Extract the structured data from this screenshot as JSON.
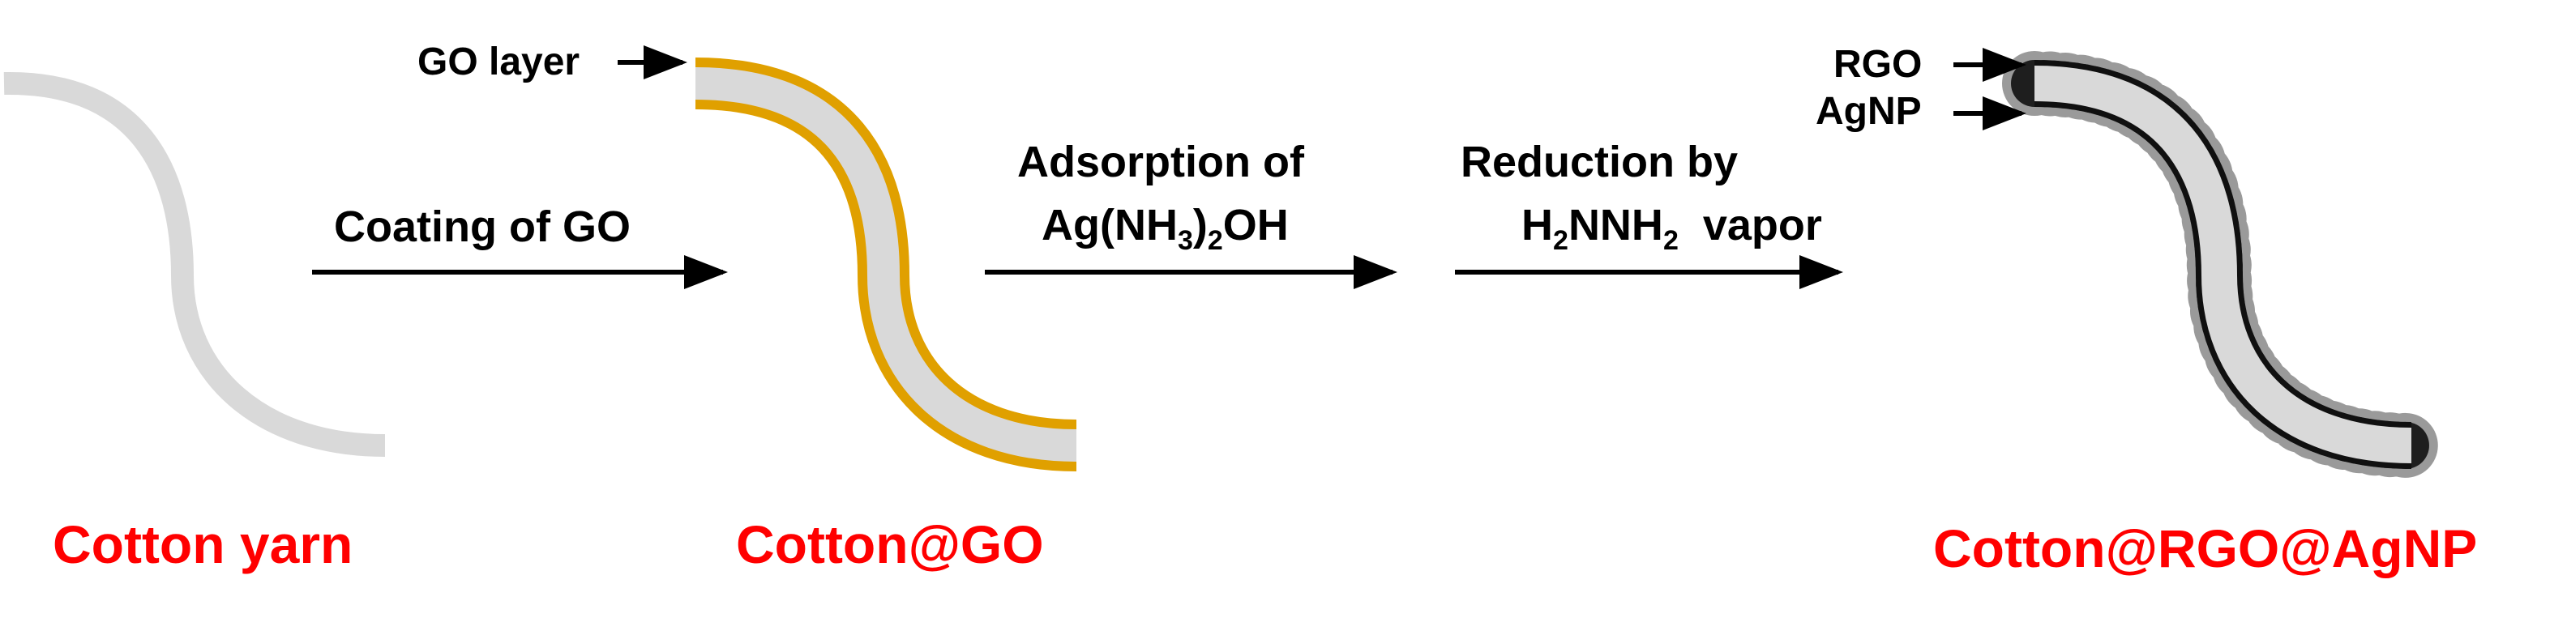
{
  "steps": {
    "step1": "Coating of GO",
    "step2_line1": "Adsorption of",
    "step2_line2_parts": [
      "Ag(NH",
      "3",
      ")",
      "2",
      "OH"
    ],
    "step3_line1": "Reduction by",
    "step3_line2_parts": [
      "H",
      "2",
      "NNH",
      "2",
      "  vapor"
    ]
  },
  "callouts": {
    "go_layer": "GO layer",
    "rgo": "RGO",
    "agnp": "AgNP"
  },
  "stage_labels": {
    "cotton_yarn": "Cotton yarn",
    "cotton_go": "Cotton@GO",
    "cotton_rgo_agnp": "Cotton@RGO@AgNP"
  },
  "colors": {
    "yarn": "#d9d9d9",
    "go_coating": "#e0a000",
    "rgo_line": "#111111",
    "agnp_dots": "#9a9a9a",
    "stage_label": "#ff0000"
  }
}
